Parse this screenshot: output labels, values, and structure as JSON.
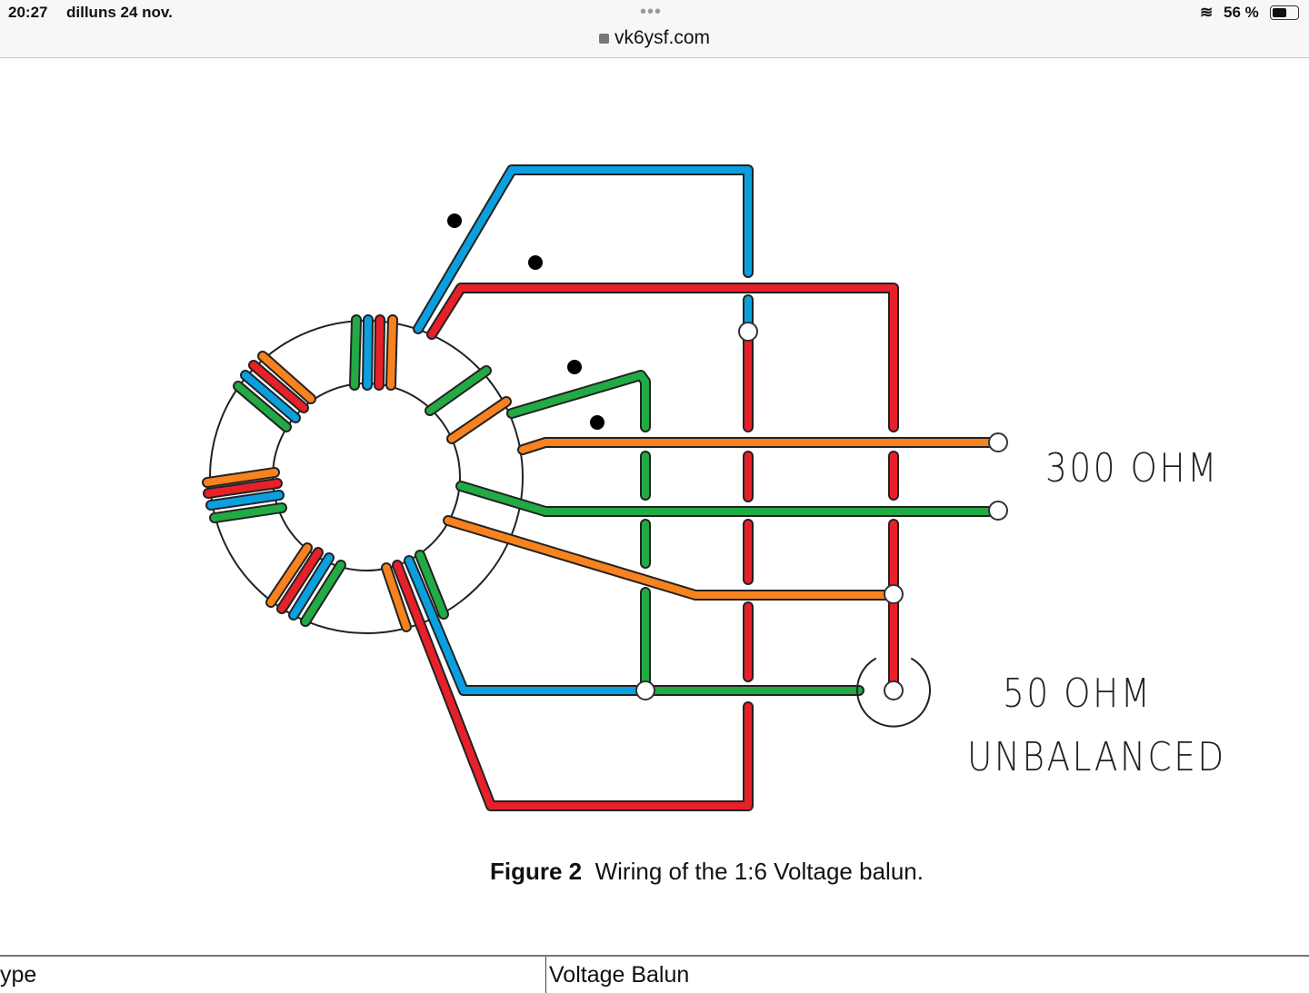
{
  "status": {
    "time": "20:27",
    "date": "dilluns 24 nov.",
    "battery": "56 %"
  },
  "browser": {
    "url": "vk6ysf.com",
    "more": "•••"
  },
  "figure": {
    "label_300": "300  OHM",
    "label_50": "50  OHM",
    "label_unbal": "UNBALANCED",
    "caption_bold": "Figure 2",
    "caption": "Wiring of the  1:6 Voltage balun.",
    "colors": {
      "blue": "#0aa0e0",
      "red": "#e8202a",
      "green": "#22aa44",
      "orange": "#f7821e"
    }
  },
  "table": {
    "cell1": "ype",
    "cell2": "Voltage Balun"
  }
}
